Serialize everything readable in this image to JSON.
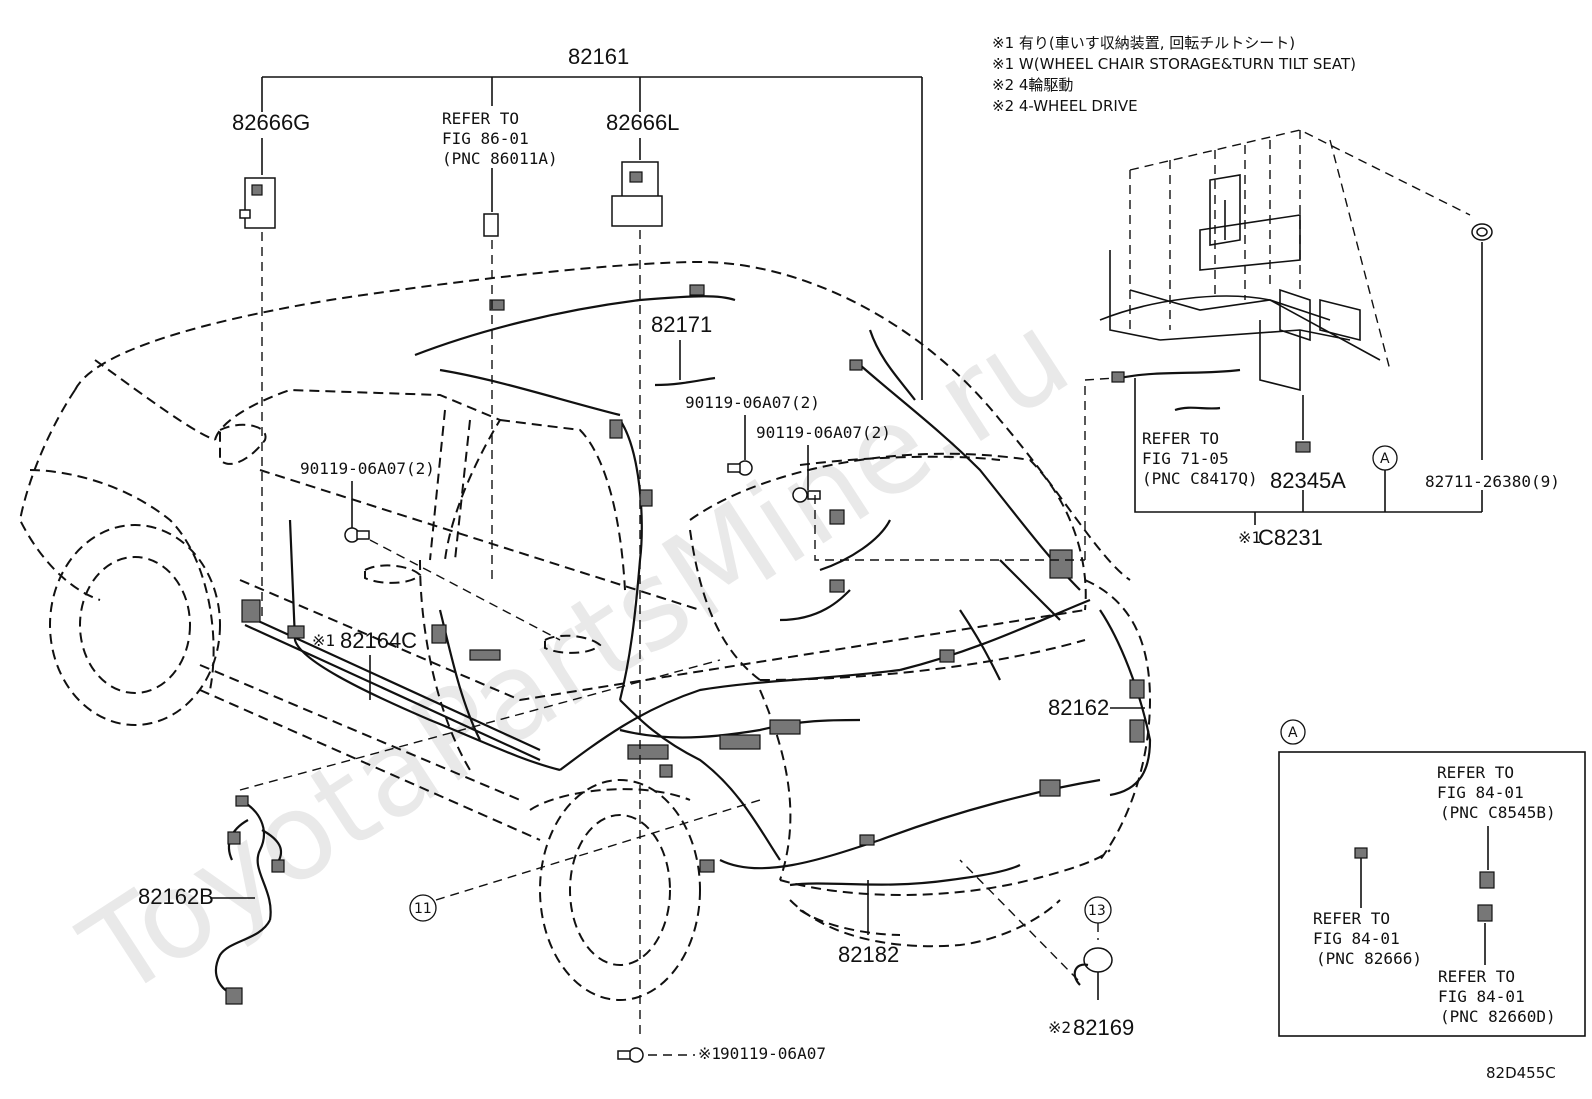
{
  "watermark": "ToyotaPartsMine.ru",
  "notes": [
    "※1 有り(車いす収納装置, 回転チルトシート)",
    "※1 W(WHEEL CHAIR STORAGE&TURN TILT SEAT)",
    "※2 4輪駆動",
    "※2 4-WHEEL DRIVE"
  ],
  "labels": {
    "p82161": "82161",
    "p82666g": "82666G",
    "refer86_l1": "REFER TO",
    "refer86_l2": "FIG 86-01",
    "refer86_l3": "(PNC 86011A)",
    "p82666l": "82666L",
    "p82171": "82171",
    "bolt_a": "90119-06A07(2)",
    "bolt_b": "90119-06A07(2)",
    "bolt_c": "90119-06A07(2)",
    "p82164c_mark": "※1",
    "p82164c": "82164C",
    "refer71_l1": "REFER TO",
    "refer71_l2": "FIG 71-05",
    "refer71_l3": "(PNC C8417Q)",
    "p82345a": "82345A",
    "circle_a": "A",
    "p82711": "82711-26380(9)",
    "pc8231_mark": "※1",
    "pc8231": "C8231",
    "p82162": "82162",
    "p82162b": "82162B",
    "circle_11": "11",
    "p82182": "82182",
    "circle_13": "13",
    "p82169_mark": "※2",
    "p82169": "82169",
    "bolt_bottom_mark": "※1",
    "bolt_bottom": "90119-06A07",
    "inset_circle": "A",
    "inset_ref1_l1": "REFER TO",
    "inset_ref1_l2": "FIG 84-01",
    "inset_ref1_l3": "(PNC C8545B)",
    "inset_ref2_l1": "REFER TO",
    "inset_ref2_l2": "FIG 84-01",
    "inset_ref2_l3": "(PNC 82666)",
    "inset_ref3_l1": "REFER TO",
    "inset_ref3_l2": "FIG 84-01",
    "inset_ref3_l3": "(PNC 82660D)",
    "diagram_code": "82D455C"
  }
}
